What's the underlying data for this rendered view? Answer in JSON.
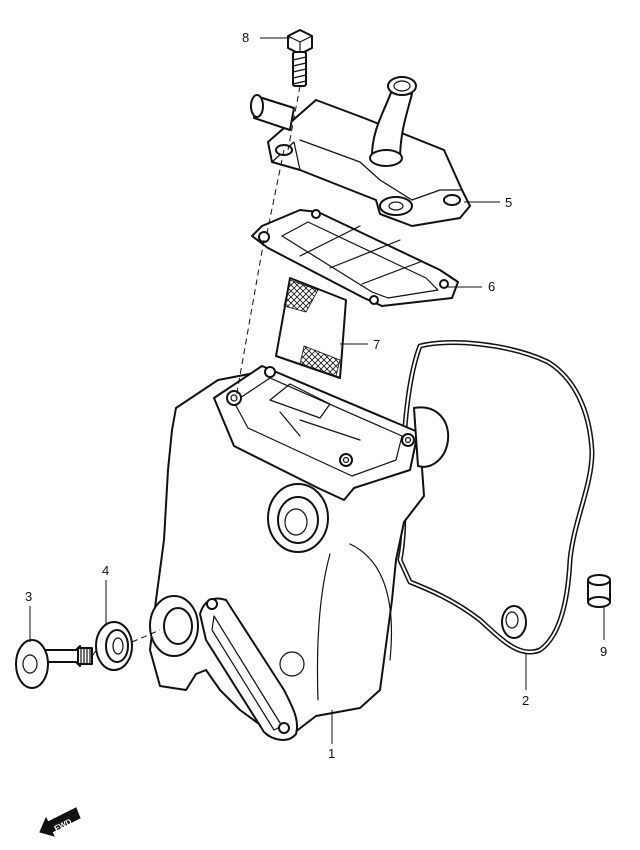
{
  "diagram": {
    "callouts": [
      {
        "id": "1",
        "text": "1"
      },
      {
        "id": "2",
        "text": "2"
      },
      {
        "id": "3",
        "text": "3"
      },
      {
        "id": "4",
        "text": "4"
      },
      {
        "id": "5",
        "text": "5"
      },
      {
        "id": "6",
        "text": "6"
      },
      {
        "id": "7",
        "text": "7"
      },
      {
        "id": "8",
        "text": "8"
      },
      {
        "id": "9",
        "text": "9"
      }
    ],
    "direction_marker": {
      "text": "FWD",
      "icon": "fwd-arrow-icon"
    }
  }
}
